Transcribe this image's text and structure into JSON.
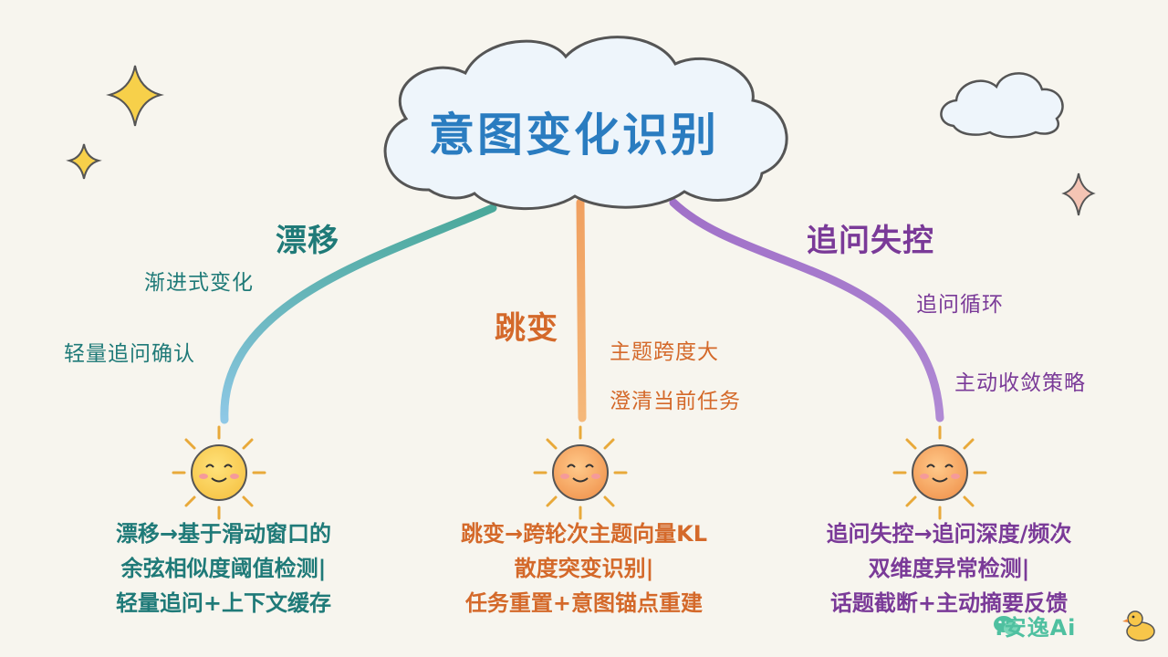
{
  "title": "意图变化识别",
  "branches": [
    {
      "name": "漂移",
      "color": "#1f7a78",
      "points": [
        "渐进式变化",
        "轻量追问确认"
      ],
      "description": [
        "漂移→基于滑动窗口的",
        "余弦相似度阈值检测|",
        "轻量追问+上下文缓存"
      ]
    },
    {
      "name": "跳变",
      "color": "#d4692a",
      "points": [
        "主题跨度大",
        "澄清当前任务"
      ],
      "description": [
        "跳变→跨轮次主题向量KL",
        "散度突变识别|",
        "任务重置+意图锚点重建"
      ]
    },
    {
      "name": "追问失控",
      "color": "#7a3a98",
      "points": [
        "追问循环",
        "主动收敛策略"
      ],
      "description": [
        "追问失控→追问深度/频次",
        "双维度异常检测|",
        "话题截断+主动摘要反馈"
      ]
    }
  ],
  "watermark": {
    "text": "安逸Ai",
    "separator": ":"
  },
  "icons": [
    "cloud-icon",
    "small-cloud-icon",
    "sparkle-icon",
    "sun-icon",
    "duck-icon",
    "wechat-icon"
  ]
}
